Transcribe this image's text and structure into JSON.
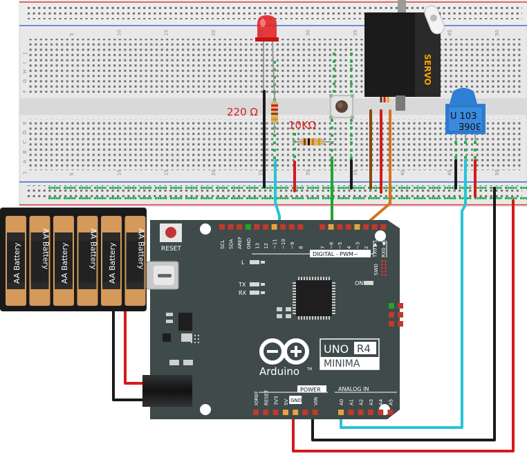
{
  "breadboard": {
    "col_labels": [
      "5",
      "10",
      "15",
      "20",
      "25",
      "30",
      "35",
      "40",
      "45",
      "50"
    ],
    "row_labels_top": [
      "J",
      "I",
      "H",
      "G",
      "F"
    ],
    "row_labels_bottom": [
      "E",
      "D",
      "C",
      "B",
      "A"
    ],
    "row1_label": "1"
  },
  "components": {
    "resistor_led_label": "220 Ω",
    "resistor_button_label": "10KΩ",
    "servo_label": "SERVO",
    "pot_label_line1": "U 103",
    "pot_label_line2": "306E"
  },
  "battery": {
    "cell_label": "AA Battery"
  },
  "arduino": {
    "reset_label": "RESET",
    "header_top_left": [
      "SCL",
      "SDA",
      "AREF",
      "GND",
      "13",
      "12",
      "~11",
      "~10",
      "~9",
      "8"
    ],
    "header_top_right": [
      "7",
      "~6",
      "~5",
      "4",
      "~3",
      "2",
      "TX0 ▶1",
      "RX0 ◀0"
    ],
    "digital_label": "DIGITAL  -  PWM~",
    "led_L": "L",
    "led_TX": "TX",
    "led_RX": "RX",
    "led_ON": "ON",
    "swd_label": "SWD",
    "brand": "Arduino",
    "tm": "TM",
    "model_uno": "UNO",
    "model_r4": "R4",
    "model_minima": "MINIMA",
    "power_label": "POWER",
    "analog_label": "ANALOG IN",
    "power_pins": [
      "IOREF",
      "RESET",
      "3V3",
      "5V",
      "GND",
      "GND",
      "VIN"
    ],
    "analog_pins": [
      "A0",
      "A1",
      "A2",
      "A3",
      "A4",
      "A5"
    ]
  },
  "colors": {
    "board": "#3f4a4a",
    "breadboard": "#e6e6e6",
    "rail_red": "#d81b1b",
    "rail_blue": "#1c4fd0",
    "wire_black": "#1a1a1a",
    "wire_red": "#d61a1a",
    "wire_cyan": "#27c4d6",
    "wire_green": "#1fa52f",
    "wire_orange": "#d8721a",
    "wire_brown": "#8b4513",
    "label_red": "#d81b1b",
    "pot_blue": "#2f7fd4",
    "battery_copper": "#d39a5c"
  }
}
